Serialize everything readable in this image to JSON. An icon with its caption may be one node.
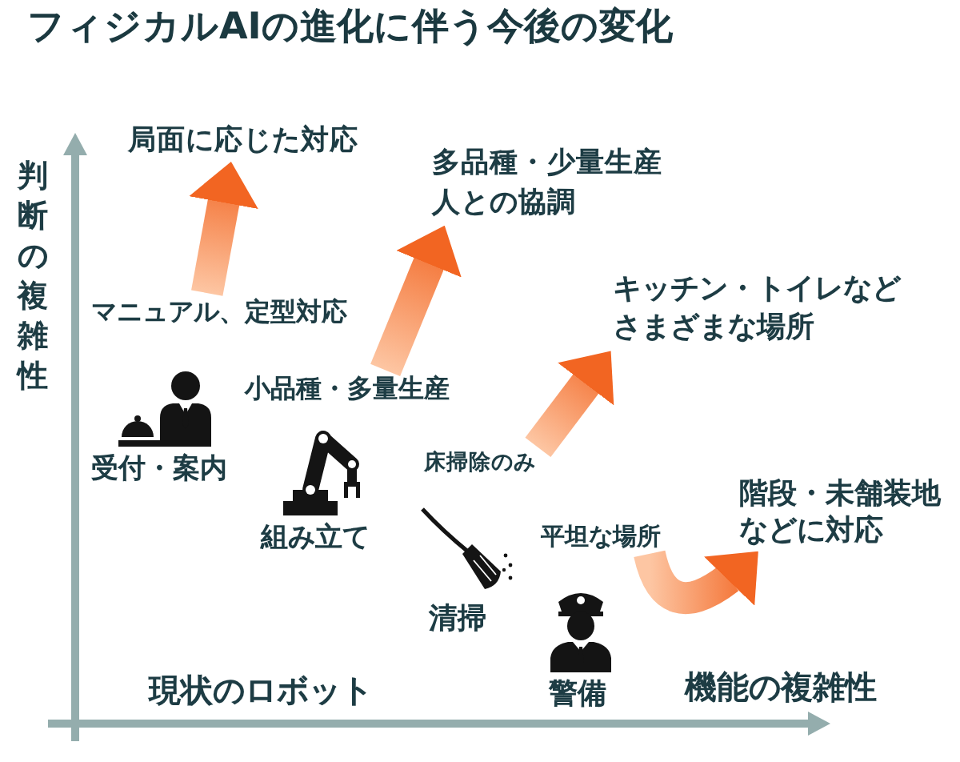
{
  "diagram": {
    "title": "フィジカルAIの進化に伴う今後の変化",
    "nodes": [
      {
        "text": [
          "局面に応じた対応"
        ]
      },
      {
        "text": [
          "多品種・少量生産",
          "人との協調"
        ]
      },
      {
        "text": [
          "キッチン・トイレなどさまざまな場所"
        ]
      },
      {
        "text": [
          "マニュアル、定型対応"
        ]
      },
      {
        "text": [
          "小品種・多量生産"
        ]
      },
      {
        "text": [
          "床掃除のみ"
        ]
      },
      {
        "text": [
          "階段・未舗装地などに対応"
        ]
      },
      {
        "text": [
          "平坦な場所"
        ]
      }
    ],
    "edges": [
      {
        "from": 3,
        "to": 0,
        "arrow": "to"
      },
      {
        "from": 4,
        "to": 1,
        "arrow": "to"
      },
      {
        "from": 5,
        "to": 2,
        "arrow": "to"
      },
      {
        "from": 7,
        "to": 6,
        "arrow": "to"
      }
    ],
    "labels": [
      "判断の複雑性",
      "受付・案内",
      "組み立て",
      "清掃",
      "現状のロボット",
      "警備",
      "機能の複雑性"
    ]
  }
}
